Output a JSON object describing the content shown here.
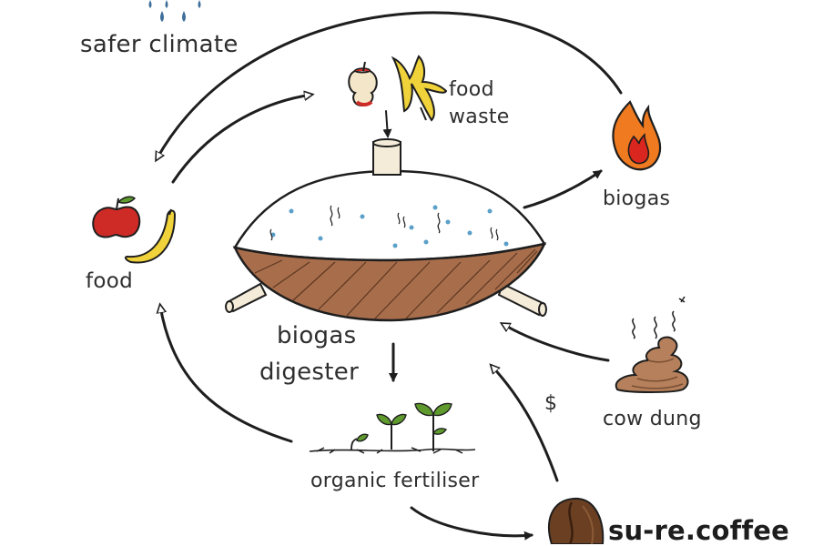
{
  "labels": {
    "safer_climate": "safer climate",
    "food_waste_line1": "food",
    "food_waste_line2": "waste",
    "biogas": "biogas",
    "food": "food",
    "digester_line1": "biogas",
    "digester_line2": "digester",
    "dollar": "$",
    "cow_dung": "cow dung",
    "organic_fertiliser": "organic fertiliser",
    "brand": "su-re.coffee"
  },
  "icons": [
    "rain-drops-icon",
    "apple-core-icon",
    "banana-peel-icon",
    "flame-icon",
    "apple-icon",
    "banana-icon",
    "dung-icon",
    "seedling-icon",
    "coffee-bean-icon"
  ],
  "colors": {
    "ink": "#1e1e1e",
    "slurry": "#a86e4c",
    "apple_red": "#cf2b26",
    "banana_yellow": "#f0d23a",
    "flame_orange": "#f07a1f",
    "dung_brown": "#b5805b",
    "seedling_green": "#5e9a2e",
    "bean_brown": "#6b3f22",
    "bubble_blue": "#5aa0c8"
  }
}
